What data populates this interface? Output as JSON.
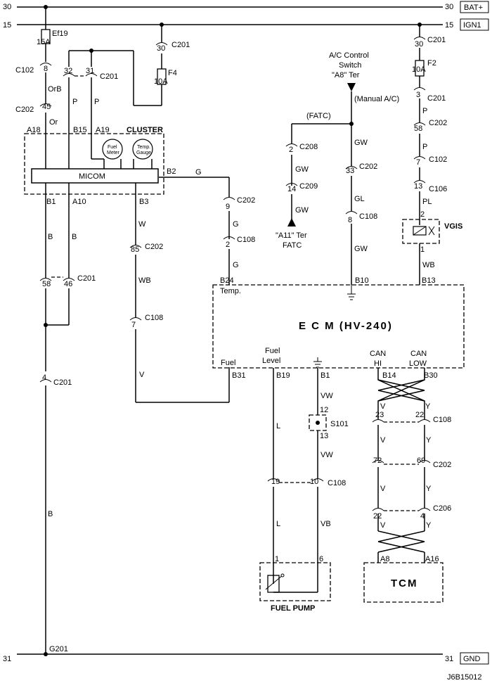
{
  "rails": {
    "bat_num": "30",
    "bat_label": "BAT+",
    "ign_num": "15",
    "ign_label": "IGN1",
    "gnd_num": "31",
    "gnd_label": "GND"
  },
  "fuses": {
    "ef19": "Ef19",
    "ef19_rating": "15A",
    "f4": "F4",
    "f4_rating": "10A",
    "f2": "F2",
    "f2_rating": "10A"
  },
  "connectors": {
    "c102": "C102",
    "c201": "C201",
    "c202": "C202",
    "c208": "C208",
    "c209": "C209",
    "c108": "C108",
    "c106": "C106",
    "c206": "C206",
    "s101": "S101",
    "g201": "G201"
  },
  "pins": {
    "p8": "8",
    "p45": "45",
    "p32": "32",
    "p31": "31",
    "p30a": "30",
    "p30b": "30",
    "p3": "3",
    "p58": "58",
    "p7": "7",
    "p13": "13",
    "p2": "2",
    "p1": "1",
    "p9": "9",
    "p2b": "2",
    "p85": "85",
    "p7b": "7",
    "p58b": "58",
    "p46": "46",
    "p4": "4",
    "p2c": "2",
    "p14": "14",
    "p33": "33",
    "p8b": "8",
    "p12": "12",
    "p13b": "13",
    "p19": "19",
    "p10": "10",
    "p1fp": "1",
    "p6": "6",
    "p23": "23",
    "p22": "22",
    "p72": "72",
    "p69": "69",
    "p22b": "22",
    "p4b": "4"
  },
  "wires": {
    "orb": "OrB",
    "or": "Or",
    "p_left": "P",
    "p_right": "P",
    "g1": "G",
    "g2": "G",
    "g3": "G",
    "w": "W",
    "wb": "WB",
    "v": "V",
    "b1": "B",
    "b2": "B",
    "b3": "B",
    "gw1": "GW",
    "gw2": "GW",
    "gw3": "GW",
    "gw4": "GW",
    "gl": "GL",
    "p1": "P",
    "p2": "P",
    "pl": "PL",
    "wb2": "WB",
    "l1": "L",
    "l2": "L",
    "vw1": "VW",
    "vw2": "VW",
    "vb": "VB",
    "v1": "V",
    "y1": "Y",
    "v2": "V",
    "y2": "Y",
    "v3": "V",
    "y3": "Y",
    "v4": "V",
    "y4": "Y"
  },
  "cluster": {
    "title": "CLUSTER",
    "micom": "MICOM",
    "fuel_meter_1": "Fuel",
    "fuel_meter_2": "Meter",
    "temp_gauge_1": "Temp.",
    "temp_gauge_2": "Gauge",
    "a18": "A18",
    "b15": "B15",
    "a19": "A19",
    "b2": "B2",
    "b1": "B1",
    "a10": "A10",
    "b3": "B3"
  },
  "ac_switch": {
    "line1": "A/C Control",
    "line2": "Switch",
    "line3": "\"A8\" Ter",
    "manual": "(Manual A/C)",
    "fatc": "(FATC)"
  },
  "fatc_ter": {
    "line1": "\"A11\" Ter",
    "line2": "FATC"
  },
  "vgis": "VGIS",
  "ecm": {
    "title": "E  C  M  (HV-240)",
    "b24": "B24",
    "temp": "Temp.",
    "b10": "B10",
    "b13": "B13",
    "fuel": "Fuel",
    "b31": "B31",
    "fuel_level_1": "Fuel",
    "fuel_level_2": "Level",
    "b19": "B19",
    "b1": "B1",
    "can_hi_1": "CAN",
    "can_hi_2": "HI",
    "can_low_1": "CAN",
    "can_low_2": "LOW",
    "b14": "B14",
    "b30": "B30"
  },
  "fuel_pump": "FUEL PUMP",
  "tcm": {
    "title": "TCM",
    "a8": "A8",
    "a16": "A16"
  },
  "footer_code": "J6B15012"
}
